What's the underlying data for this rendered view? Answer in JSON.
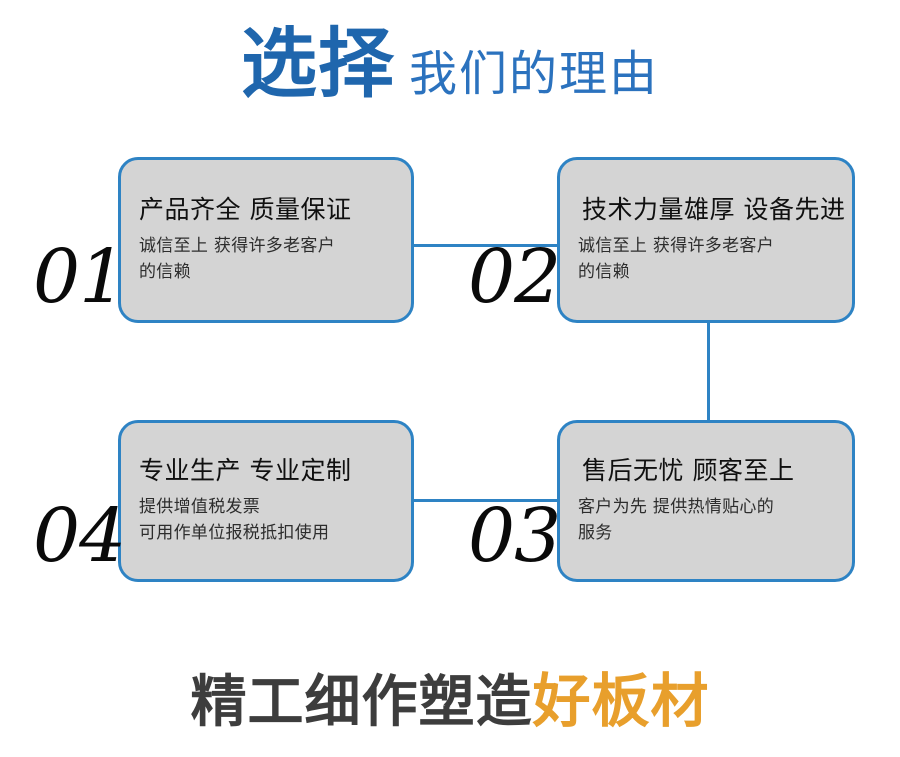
{
  "header": {
    "strong_text": "选择",
    "light_text": "我们的理由",
    "strong_color": "#1f66ad",
    "light_color": "#2b72be"
  },
  "cards": [
    {
      "number": "01",
      "title": "产品齐全 质量保证",
      "body_lines": [
        "诚信至上 获得许多老客户",
        "的信赖"
      ]
    },
    {
      "number": "02",
      "title": "技术力量雄厚 设备先进",
      "body_lines": [
        "诚信至上 获得许多老客户",
        "的信赖"
      ]
    },
    {
      "number": "03",
      "title": "售后无忧 顾客至上",
      "body_lines": [
        "客户为先 提供热情贴心的",
        "服务"
      ]
    },
    {
      "number": "04",
      "title": "专业生产 专业定制",
      "body_lines": [
        "提供增值税发票",
        "可用作单位报税抵扣使用"
      ]
    }
  ],
  "footer": {
    "dark_text": "精工细作塑造",
    "accent_text": "好板材",
    "dark_color": "#3d3d3d",
    "accent_color": "#e89f2c"
  },
  "theme": {
    "card_fill": "#d4d4d4",
    "card_border": "#2e83c4",
    "connector": "#2e83c4",
    "background": "#ffffff"
  }
}
